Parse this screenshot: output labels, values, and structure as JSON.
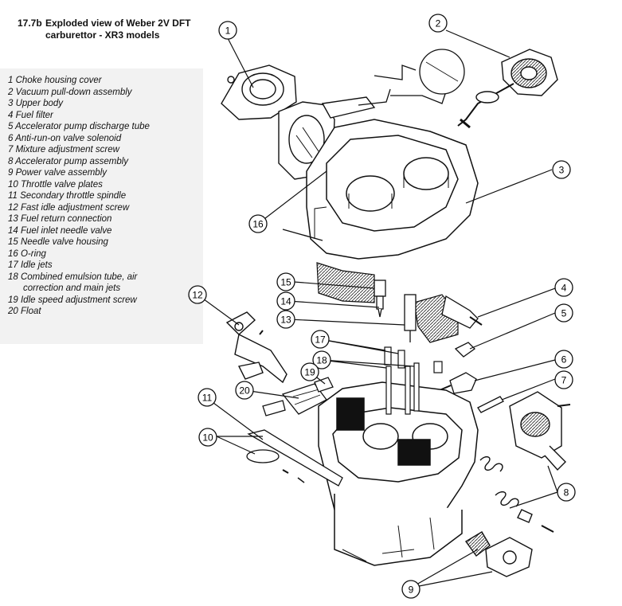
{
  "figure": {
    "number": "17.7b",
    "title": "Exploded view of Weber 2V DFT carburettor - XR3 models"
  },
  "legend": [
    {
      "num": "1",
      "label": "Choke housing cover"
    },
    {
      "num": "2",
      "label": "Vacuum pull-down assembly"
    },
    {
      "num": "3",
      "label": "Upper body"
    },
    {
      "num": "4",
      "label": "Fuel filter"
    },
    {
      "num": "5",
      "label": "Accelerator pump discharge tube"
    },
    {
      "num": "6",
      "label": "Anti-run-on valve solenoid"
    },
    {
      "num": "7",
      "label": "Mixture adjustment screw"
    },
    {
      "num": "8",
      "label": "Accelerator pump assembly"
    },
    {
      "num": "9",
      "label": "Power valve assembly"
    },
    {
      "num": "10",
      "label": "Throttle valve plates"
    },
    {
      "num": "11",
      "label": "Secondary throttle spindle"
    },
    {
      "num": "12",
      "label": "Fast idle adjustment screw"
    },
    {
      "num": "13",
      "label": "Fuel return connection"
    },
    {
      "num": "14",
      "label": "Fuel inlet needle valve"
    },
    {
      "num": "15",
      "label": "Needle valve housing"
    },
    {
      "num": "16",
      "label": "O-ring"
    },
    {
      "num": "17",
      "label": "Idle jets"
    },
    {
      "num": "18",
      "label": "Combined emulsion tube, air"
    },
    {
      "num": "",
      "label": "correction and main jets"
    },
    {
      "num": "19",
      "label": "Idle speed adjustment screw"
    },
    {
      "num": "20",
      "label": "Float"
    }
  ],
  "callouts": [
    "1",
    "2",
    "3",
    "4",
    "5",
    "6",
    "7",
    "8",
    "9",
    "10",
    "11",
    "12",
    "13",
    "14",
    "15",
    "16",
    "17",
    "18",
    "19",
    "20"
  ]
}
